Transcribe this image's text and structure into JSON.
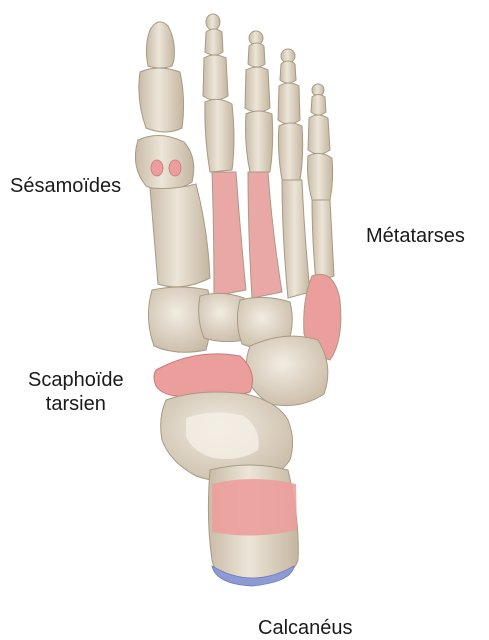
{
  "labels": {
    "sesamoides": "Sésamoïdes",
    "metatarses": "Métatarses",
    "scaphoide_line1": "Scaphoïde",
    "scaphoide_line2": "tarsien",
    "calcaneus": "Calcanéus"
  },
  "colors": {
    "bone": "#ddd3c3",
    "bone_shadow": "#b9ab95",
    "bone_highlight": "#f3eee5",
    "highlight_pink": "#ec9e9c",
    "cartilage_blue": "#8d9ad4",
    "text": "#1a1a1a"
  }
}
